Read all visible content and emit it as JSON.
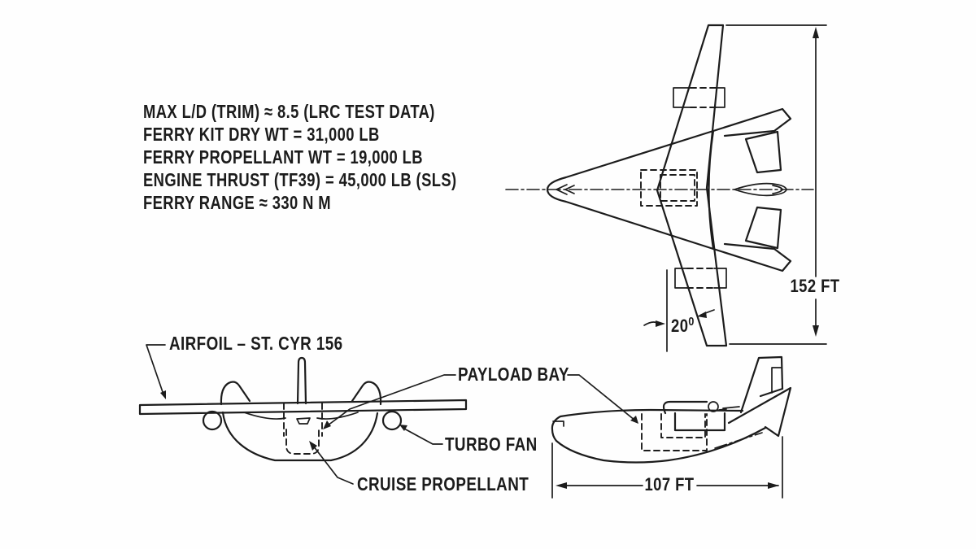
{
  "specs": {
    "line1": "MAX L/D (TRIM) ≈ 8.5  (LRC TEST DATA)",
    "line2": "FERRY KIT DRY WT  =  31,000 LB",
    "line3": "FERRY PROPELLANT WT  =  19,000 LB",
    "line4": "ENGINE THRUST  (TF39) = 45,000 LB (SLS)",
    "line5": "FERRY RANGE ≈  330 N M"
  },
  "labels": {
    "airfoil": "AIRFOIL – ST. CYR  156",
    "payload_bay": "PAYLOAD BAY",
    "turbo_fan": "TURBO FAN",
    "cruise_propellant": "CRUISE PROPELLANT"
  },
  "dimensions": {
    "wing_span": "152 FT",
    "body_length": "107 FT",
    "wing_sweep": "20",
    "wing_sweep_sup": "0"
  },
  "colors": {
    "ink": "#1c1c1c",
    "paper": "#fefefe"
  }
}
